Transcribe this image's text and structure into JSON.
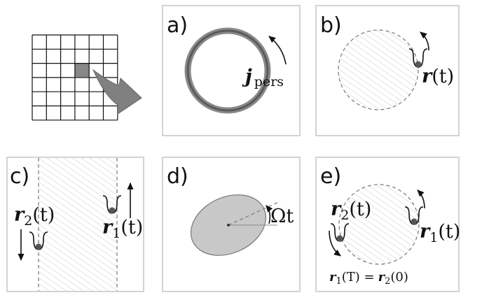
{
  "labels": {
    "a": "a)",
    "b": "b)",
    "c": "c)",
    "d": "d)",
    "e": "e)"
  },
  "math": {
    "j_symbol": "j",
    "j_sub": "pers",
    "r_symbol": "r",
    "r_t": "(t)",
    "r1_sub": "1",
    "r2_sub": "2",
    "omega_t": "Ωt",
    "eq_lhs_arg": "(T) =",
    "eq_rhs_arg": "(0)"
  },
  "colors": {
    "hatch": "#c8c8c8",
    "ring": "#6a6a6a",
    "ellipse_fill": "#c8c8c8",
    "highlight_cell": "#888888",
    "big_arrow": "#808080"
  }
}
